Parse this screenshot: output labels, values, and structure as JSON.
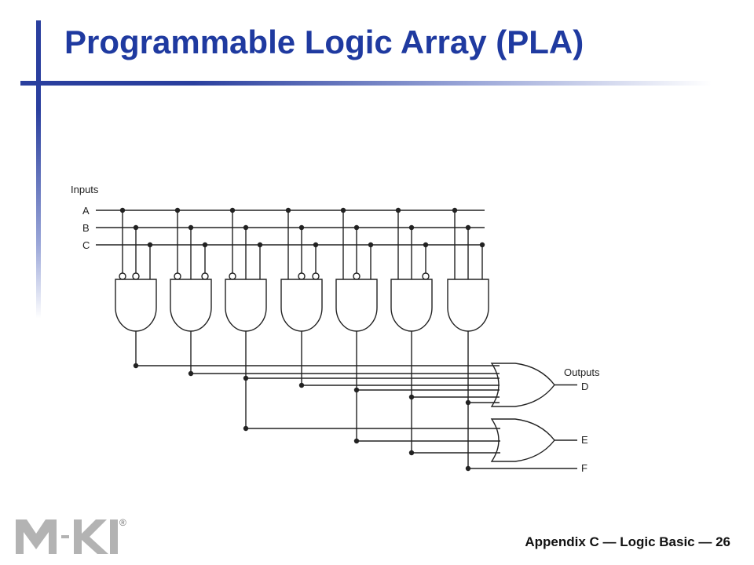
{
  "slide": {
    "title": "Programmable Logic Array (PLA)",
    "footer": "Appendix  C — Logic Basic — 26"
  },
  "logo": {
    "icon": "publisher-logo-icon",
    "registered_mark": "®"
  },
  "diagram": {
    "inputs_label": "Inputs",
    "outputs_label": "Outputs",
    "inputs": [
      "A",
      "B",
      "C"
    ],
    "outputs": [
      "D",
      "E",
      "F"
    ],
    "and_gate_count": 7,
    "or_gate_count": 2
  },
  "colors": {
    "title": "#1f3aa0",
    "accent_bar": "#2a3f9e",
    "logo": "#b3b3b3",
    "wire": "#222222"
  }
}
